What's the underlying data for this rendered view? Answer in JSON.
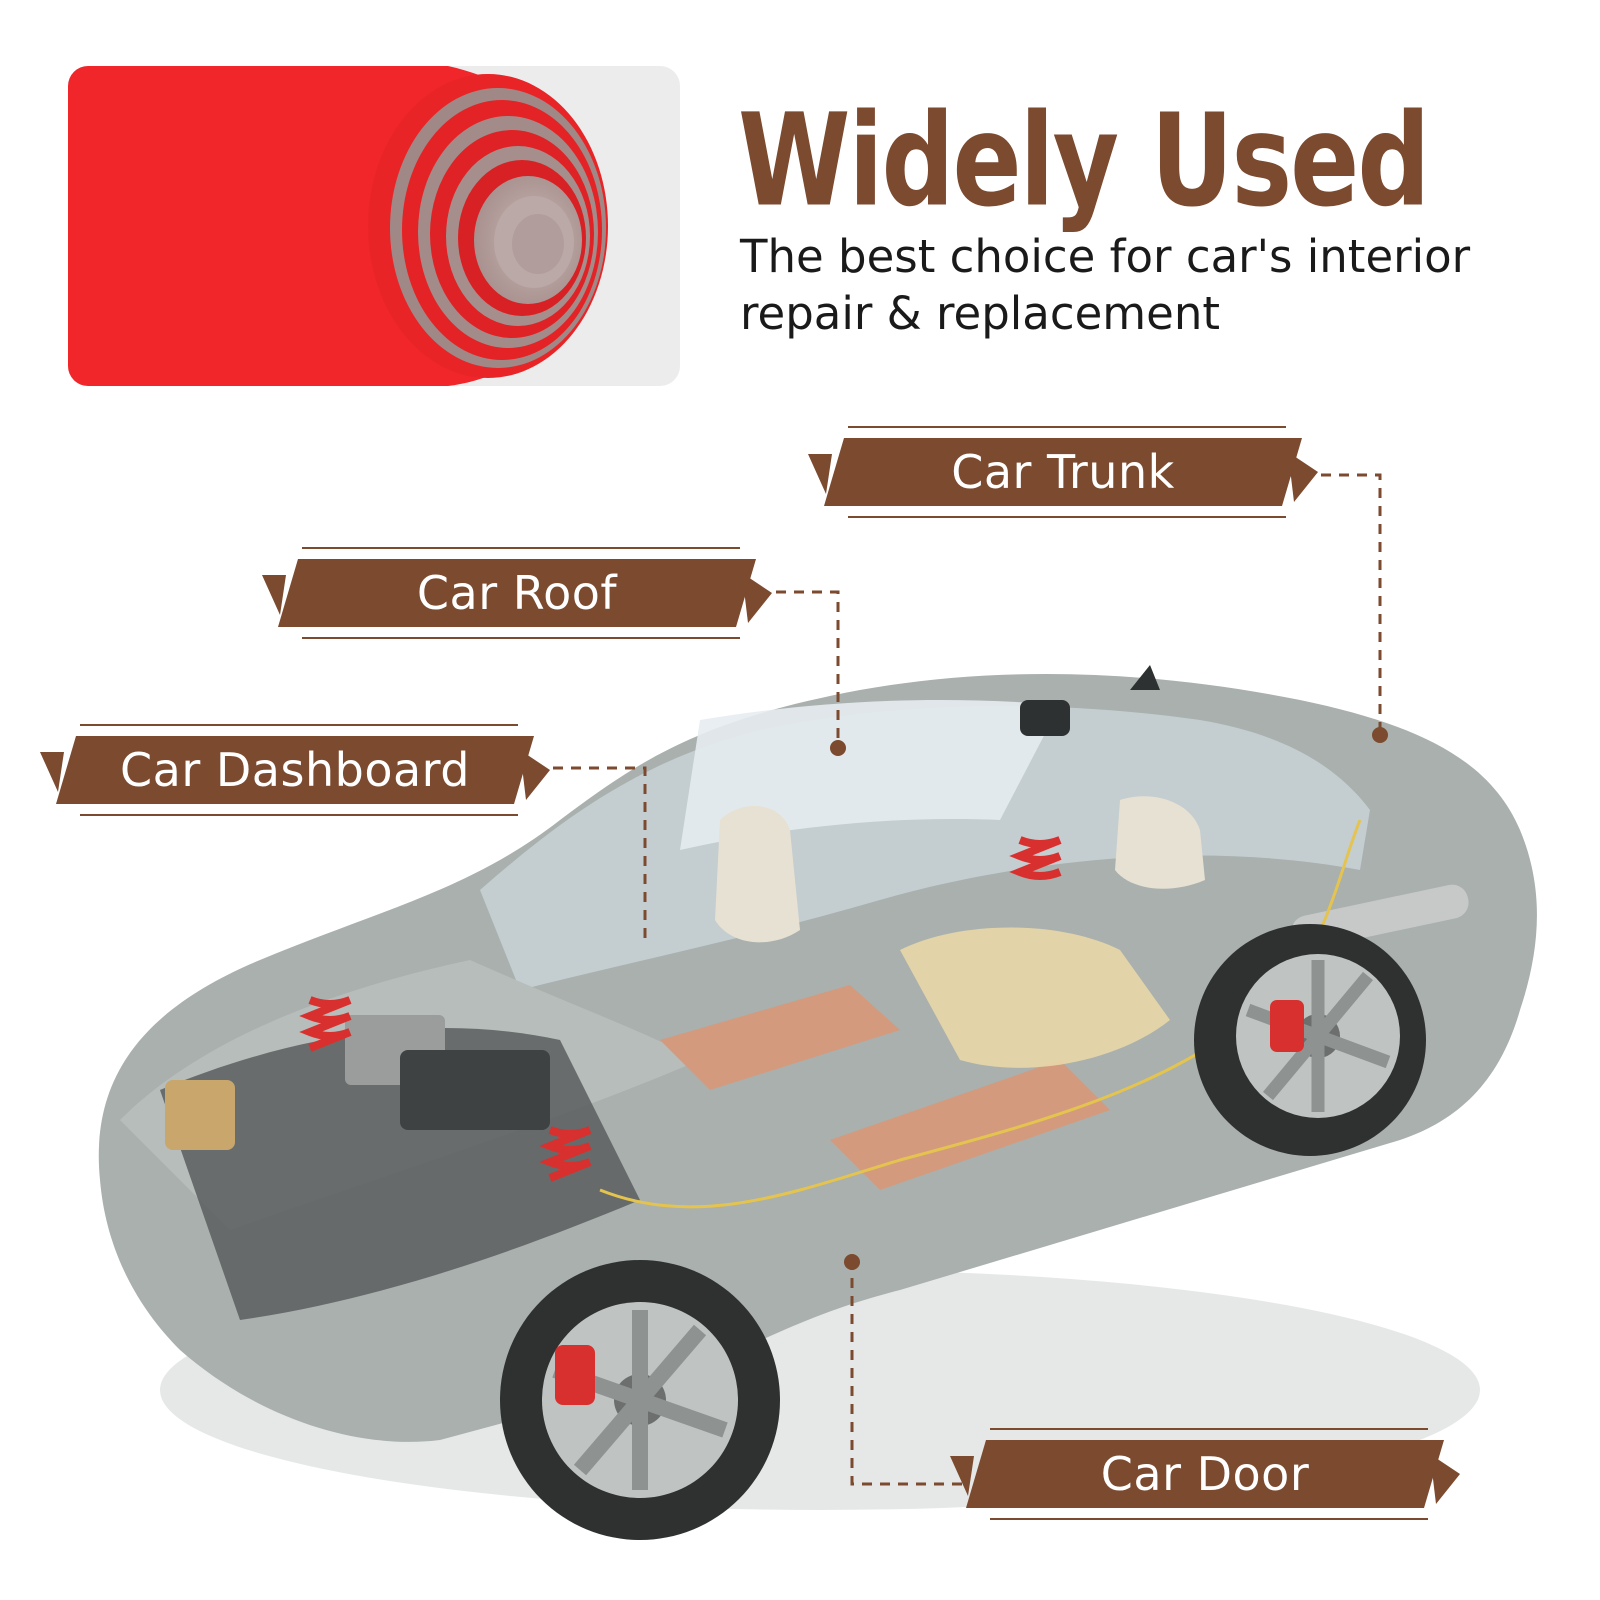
{
  "headline": "Widely Used",
  "subtitle_line1": "The best choice for car's interior",
  "subtitle_line2": "repair & replacement",
  "colors": {
    "brand_brown": "#7b4a2f",
    "fabric_red": "#f0262a",
    "fabric_core": "#b9a6a4",
    "card_bg": "#ececec",
    "car_body": "#a9b0ad"
  },
  "labels": {
    "trunk": "Car Trunk",
    "roof": "Car Roof",
    "dashboard": "Car Dashboard",
    "door": "Car Door"
  },
  "icons": {
    "fabric": "fabric-roll-icon",
    "car": "car-cutaway-icon"
  }
}
